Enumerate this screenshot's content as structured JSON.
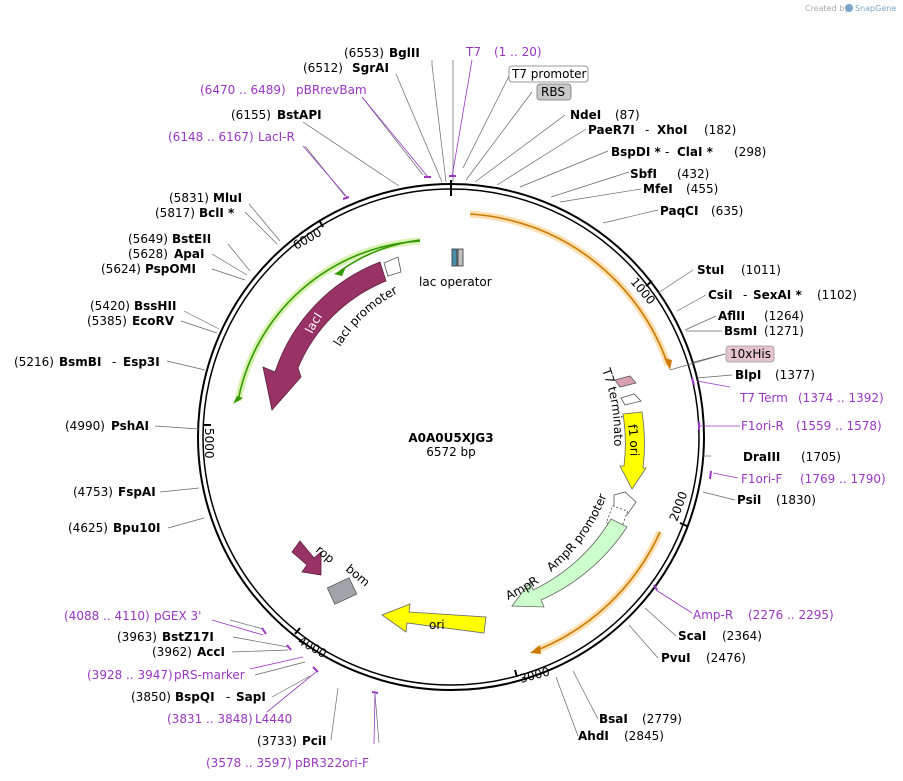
{
  "credit": {
    "text": "Created by",
    "logo": "SnapGene"
  },
  "map": {
    "name": "A0A0U5XJG3",
    "length": "6572 bp"
  },
  "ticks": [
    "1000",
    "2000",
    "3000",
    "4000",
    "5000",
    "6000"
  ],
  "features": {
    "lacI": "lacI",
    "lacI_promoter": "lacI promoter",
    "lac_operator": "lac operator",
    "t7_terminator": "T7 terminator",
    "f1_ori": "f1 ori",
    "ampr_promoter": "AmpR promoter",
    "ampr": "AmpR",
    "ori": "ori",
    "rop": "rop",
    "bom": "bom"
  },
  "boxed": {
    "t7_promoter": "T7 promoter",
    "rbs": "RBS",
    "his": "10xHis"
  },
  "sites_left": [
    {
      "pos": "(6553)",
      "name": "BglII"
    },
    {
      "pos": "(6512)",
      "name": "SgrAI"
    },
    {
      "pos": "(6155)",
      "name": "BstAPI"
    },
    {
      "pos": "(5831)",
      "name": "MluI"
    },
    {
      "pos": "(5817)",
      "name": "BclI *"
    },
    {
      "pos": "(5649)",
      "name": "BstEII"
    },
    {
      "pos": "(5628)",
      "name": "ApaI"
    },
    {
      "pos": "(5624)",
      "name": "PspOMI"
    },
    {
      "pos": "(5420)",
      "name": "BssHII"
    },
    {
      "pos": "(5385)",
      "name": "EcoRV"
    },
    {
      "pos": "(5216)",
      "name": "BsmBI",
      "sep": "-",
      "name2": "Esp3I"
    },
    {
      "pos": "(4990)",
      "name": "PshAI"
    },
    {
      "pos": "(4753)",
      "name": "FspAI"
    },
    {
      "pos": "(4625)",
      "name": "Bpu10I"
    },
    {
      "pos": "(3963)",
      "name": "BstZ17I"
    },
    {
      "pos": "(3962)",
      "name": "AccI"
    },
    {
      "pos": "(3850)",
      "name": "BspQI",
      "sep": "-",
      "name2": "SapI"
    },
    {
      "pos": "(3733)",
      "name": "PciI"
    }
  ],
  "sites_right": [
    {
      "name": "NdeI",
      "pos": "(87)"
    },
    {
      "name": "PaeR7I",
      "sep": "-",
      "name2": "XhoI",
      "pos": "(182)"
    },
    {
      "name": "BspDI *",
      "sep": "-",
      "name2": "ClaI *",
      "pos": "(298)"
    },
    {
      "name": "SbfI",
      "pos": "(432)"
    },
    {
      "name": "MfeI",
      "pos": "(455)"
    },
    {
      "name": "PaqCI",
      "pos": "(635)"
    },
    {
      "name": "StuI",
      "pos": "(1011)"
    },
    {
      "name": "CsiI",
      "sep": "-",
      "name2": "SexAI *",
      "pos": "(1102)"
    },
    {
      "name": "AflII",
      "pos": "(1264)"
    },
    {
      "name": "BsmI",
      "pos": "(1271)"
    },
    {
      "name": "BlpI",
      "pos": "(1377)"
    },
    {
      "name": "DraIII",
      "pos": "(1705)"
    },
    {
      "name": "PsiI",
      "pos": "(1830)"
    },
    {
      "name": "ScaI",
      "pos": "(2364)"
    },
    {
      "name": "PvuI",
      "pos": "(2476)"
    },
    {
      "name": "BsaI",
      "pos": "(2779)"
    },
    {
      "name": "AhdI",
      "pos": "(2845)"
    }
  ],
  "primers": [
    {
      "name": "T7",
      "range": "(1 .. 20)"
    },
    {
      "name": "pBRrevBam",
      "range": "(6470 .. 6489)"
    },
    {
      "name": "LacI-R",
      "range": "(6148 .. 6167)"
    },
    {
      "name": "T7 Term",
      "range": "(1374 .. 1392)"
    },
    {
      "name": "F1ori-R",
      "range": "(1559 .. 1578)"
    },
    {
      "name": "F1ori-F",
      "range": "(1769 .. 1790)"
    },
    {
      "name": "Amp-R",
      "range": "(2276 .. 2295)"
    },
    {
      "name": "pGEX 3'",
      "range": "(4088 .. 4110)"
    },
    {
      "name": "pRS-marker",
      "range": "(3928 .. 3947)"
    },
    {
      "name": "L4440",
      "range": "(3831 .. 3848)"
    },
    {
      "name": "pBR322ori-F",
      "range": "(3578 .. 3597)"
    }
  ],
  "colors": {
    "backbone": "#000000",
    "lacI": "#993366",
    "green_arrow": "#339900",
    "orange_arrow": "#cc7a00",
    "yellow": "#ffff00",
    "ampr": "#ccffcc",
    "bom": "#a0a4a8",
    "primer": "#9b36c4",
    "his_box": "#e6c4cf"
  }
}
